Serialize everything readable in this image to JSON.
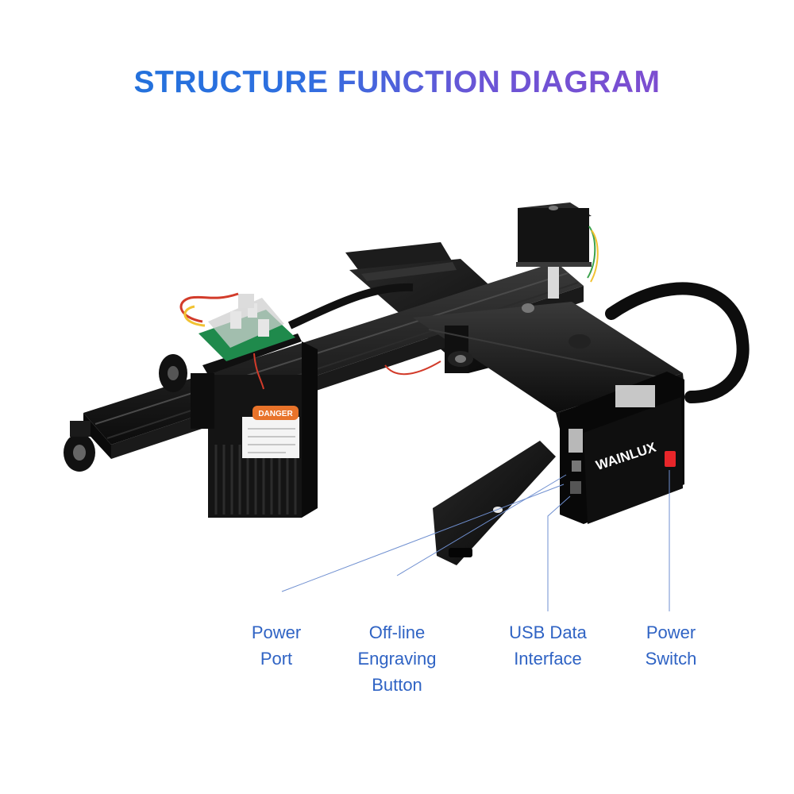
{
  "title": "STRUCTURE FUNCTION DIAGRAM",
  "brand_text": "WAINLUX",
  "warning_label": "DANGER",
  "callouts": [
    {
      "name": "power-port",
      "lines": [
        "Power",
        "Port"
      ]
    },
    {
      "name": "offline-engraving-button",
      "lines": [
        "Off-line",
        "Engraving",
        "Button"
      ]
    },
    {
      "name": "usb-data-interface",
      "lines": [
        "USB Data",
        "Interface"
      ]
    },
    {
      "name": "power-switch",
      "lines": [
        "Power",
        "Switch"
      ]
    }
  ],
  "colors": {
    "title_start": "#1a73d9",
    "title_end": "#8b47cc",
    "label": "#2f63c4",
    "leader_line": "#6f8fd0",
    "frame": "#111111",
    "switch": "#e8262a",
    "pcb": "#1f8a4c"
  }
}
